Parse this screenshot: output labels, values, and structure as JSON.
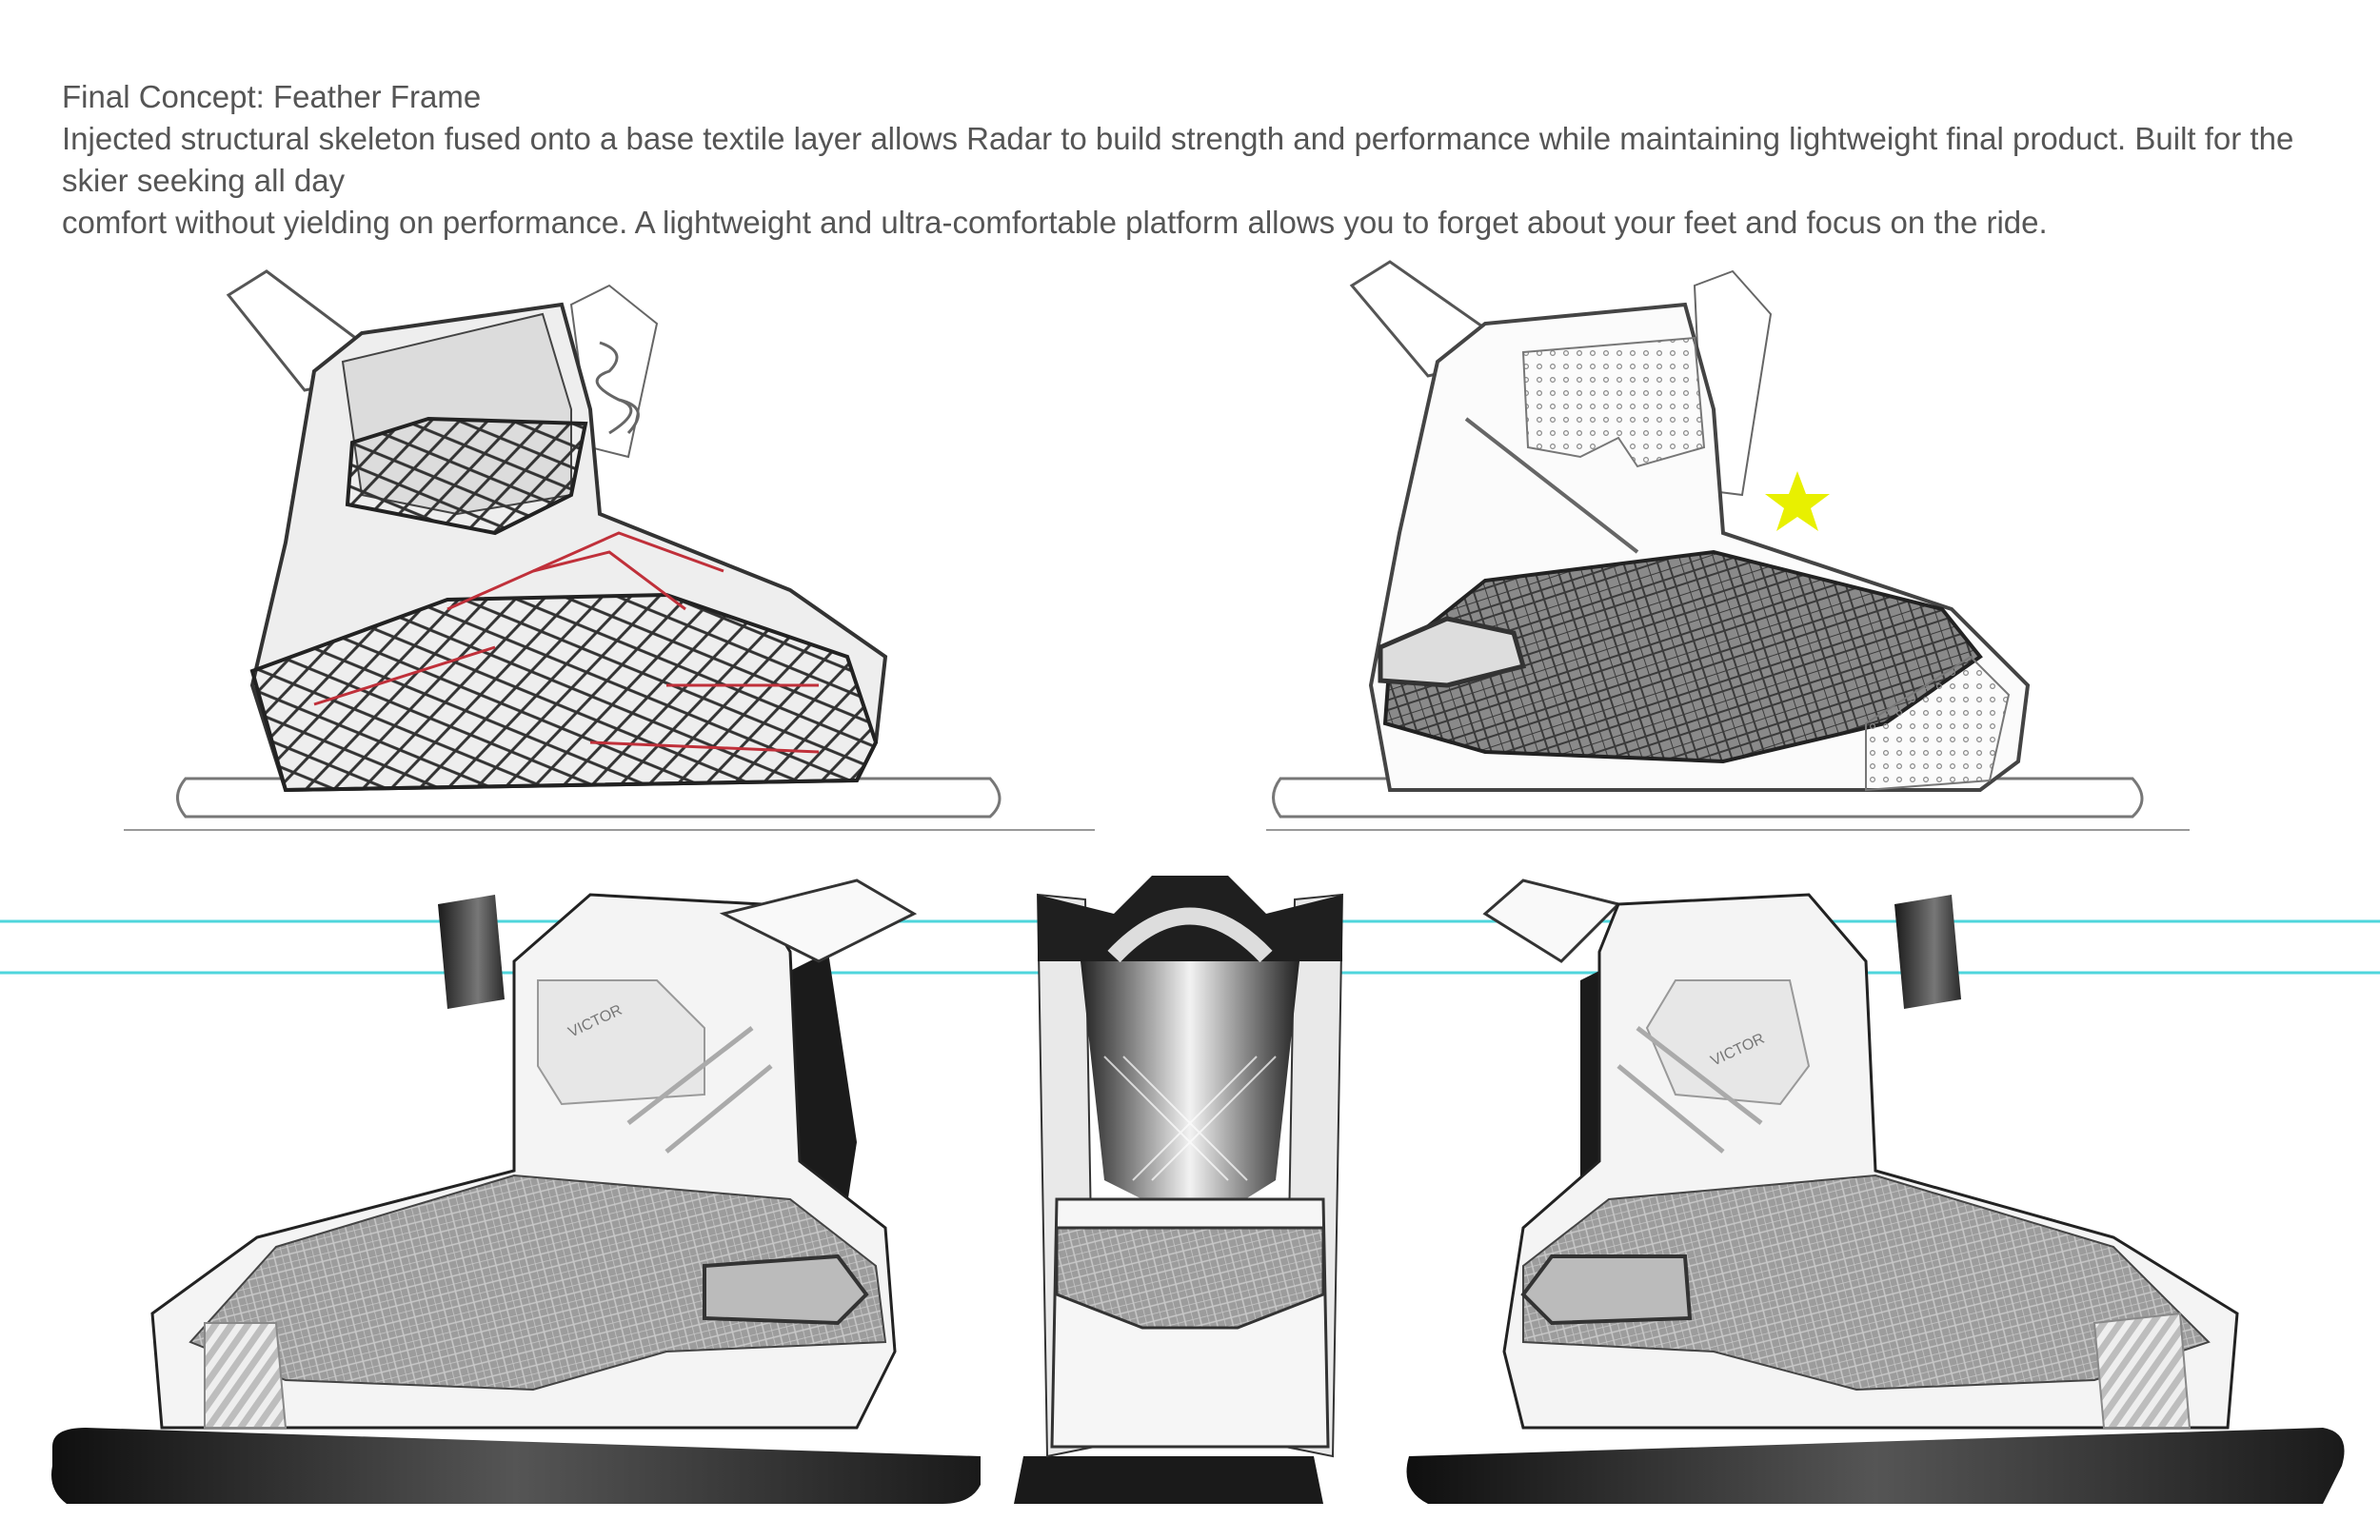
{
  "header": {
    "title": "Final Concept: Feather Frame",
    "description_line1": "Injected structural skeleton fused onto a base textile layer allows Radar to build strength and performance while maintaining lightweight final product. Built for the skier seeking all day",
    "description_line2": "comfort without yielding on performance. A lightweight and ultra-comfortable platform allows you to forget about your feet and focus on the ride."
  },
  "sketches": [
    {
      "id": "sketch-1",
      "style": "pencil sketch, diamond lattice frame with red accents"
    },
    {
      "id": "sketch-2",
      "style": "pencil sketch, woven grid frame",
      "marker": "star"
    }
  ],
  "renders": [
    {
      "id": "render-left-side",
      "view": "left side",
      "logo_text": "VICTOR"
    },
    {
      "id": "render-front",
      "view": "front"
    },
    {
      "id": "render-right-side",
      "view": "right side",
      "logo_text": "VICTOR"
    }
  ],
  "colors": {
    "guide_line": "#4fd6dc",
    "star": "#e8f000",
    "sketch_accent": "#c0303a",
    "plate": "#2a2a2a"
  }
}
